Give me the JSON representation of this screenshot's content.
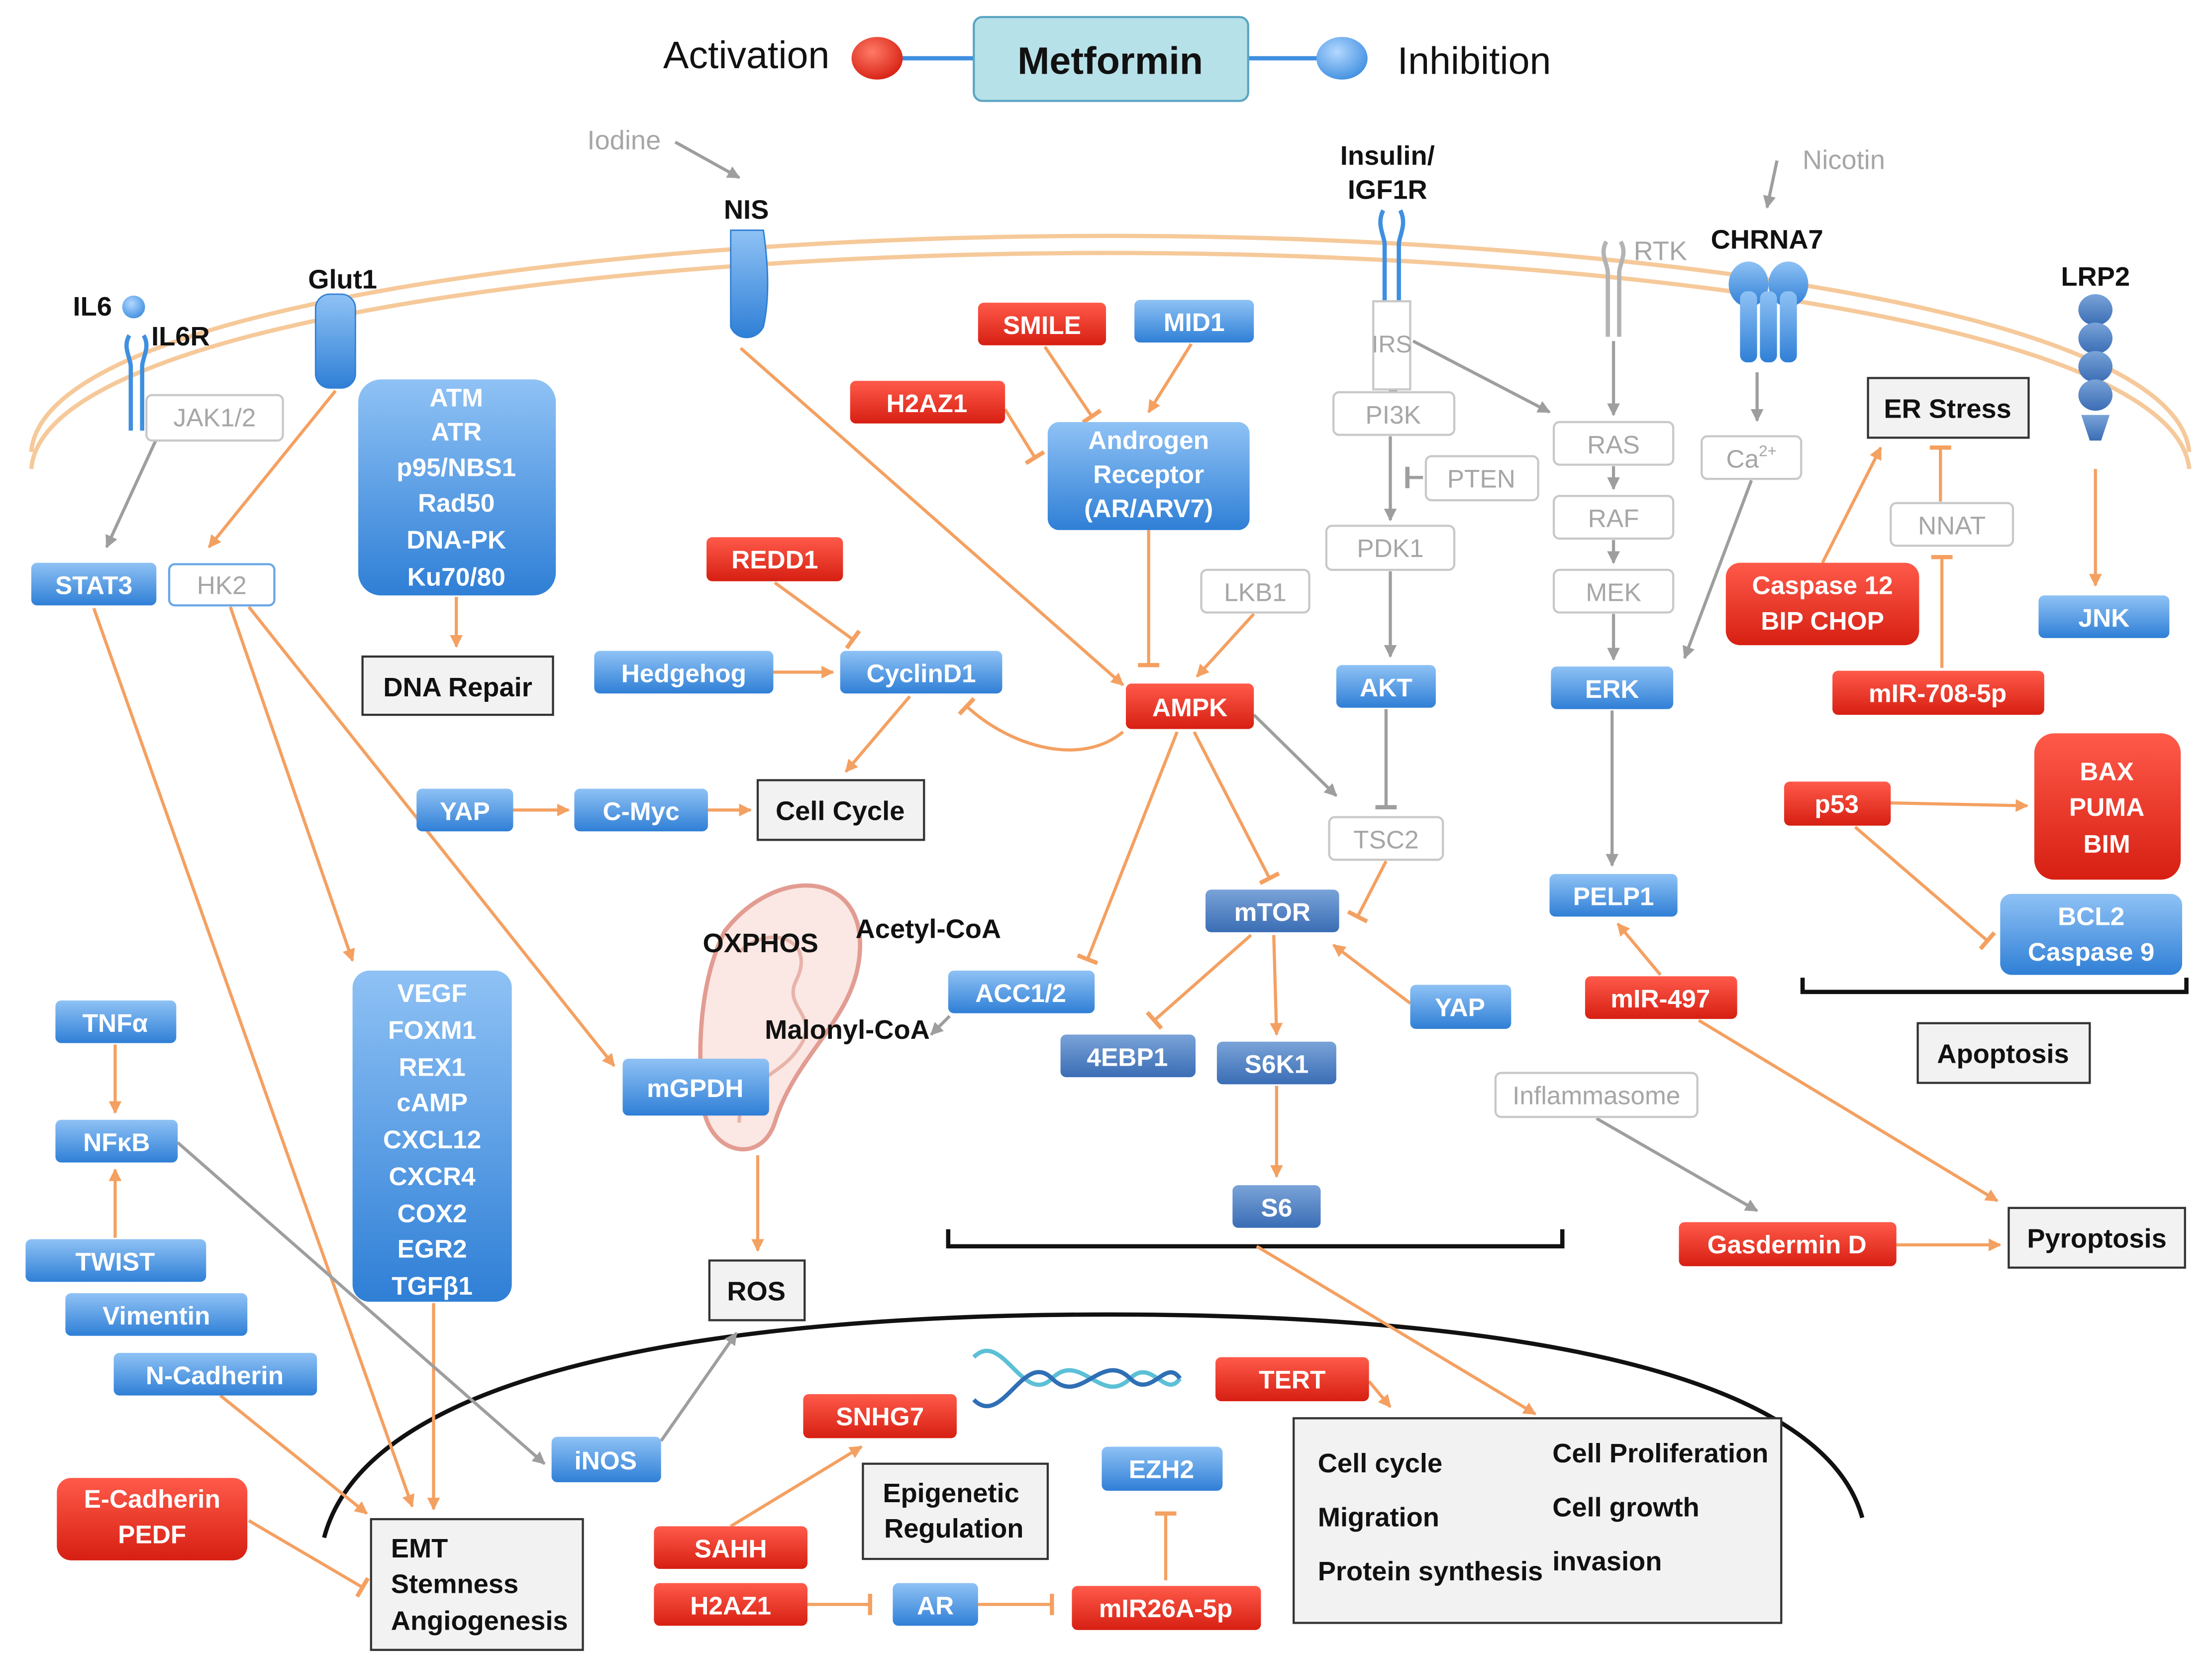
{
  "legend": {
    "activation": "Activation",
    "drug": "Metformin",
    "inhibition": "Inhibition"
  },
  "colors": {
    "red_node": "#e8291c",
    "blue_node": "#3f8fe0",
    "grey_text": "#a6a6a6",
    "orange_edge": "#f4a061",
    "grey_edge": "#9e9e9e",
    "drug_box": "#b7e1e8",
    "membrane": "#f6c99a"
  },
  "nodes": {
    "iodine": "Iodine",
    "nis": "NIS",
    "insulin": "Insulin/",
    "igf1r": "IGF1R",
    "nicotin": "Nicotin",
    "rtk": "RTK",
    "chrna7": "CHRNA7",
    "lrp2": "LRP2",
    "il6": "IL6",
    "il6r": "IL6R",
    "glut1": "Glut1",
    "jak": "JAK1/2",
    "stat3": "STAT3",
    "hk2": "HK2",
    "dna_repair_list": [
      "ATM",
      "ATR",
      "p95/NBS1",
      "Rad50",
      "DNA-PK",
      "Ku70/80"
    ],
    "dna_repair": "DNA Repair",
    "smile": "SMILE",
    "mid1": "MID1",
    "h2az1_top": "H2AZ1",
    "ar_lines": [
      "Androgen",
      "Receptor",
      "(AR/ARV7)"
    ],
    "redd1": "REDD1",
    "lkb1": "LKB1",
    "hedgehog": "Hedgehog",
    "cyclind1": "CyclinD1",
    "ampk": "AMPK",
    "yap_left": "YAP",
    "cmyc": "C-Myc",
    "cell_cycle": "Cell Cycle",
    "irs": "IRS",
    "pi3k": "PI3K",
    "pten": "PTEN",
    "pdk1": "PDK1",
    "akt": "AKT",
    "tsc2": "TSC2",
    "ras": "RAS",
    "raf": "RAF",
    "mek": "MEK",
    "erk": "ERK",
    "pelp1": "PELP1",
    "ca": "Ca",
    "ca_sup": "2+",
    "er_stress": "ER Stress",
    "nnat": "NNAT",
    "caspase12_lines": [
      "Caspase 12",
      "BIP CHOP"
    ],
    "mir708": "mIR-708-5p",
    "jnk": "JNK",
    "p53": "p53",
    "bax_lines": [
      "BAX",
      "PUMA",
      "BIM"
    ],
    "bcl2_lines": [
      "BCL2",
      "Caspase 9"
    ],
    "apoptosis": "Apoptosis",
    "oxphos": "OXPHOS",
    "acetylcoa": "Acetyl-CoA",
    "malonylcoa": "Malonyl-CoA",
    "acc": "ACC1/2",
    "mgpdh": "mGPDH",
    "ros": "ROS",
    "mtor": "mTOR",
    "ebp1": "4EBP1",
    "s6k1": "S6K1",
    "yap_right": "YAP",
    "s6": "S6",
    "mir497": "mIR-497",
    "inflammasome": "Inflammasome",
    "gasdermin": "Gasdermin D",
    "pyroptosis": "Pyroptosis",
    "tnfa": "TNFα",
    "nfkb": "NFκB",
    "twist": "TWIST",
    "vimentin": "Vimentin",
    "ncadherin": "N-Cadherin",
    "ecad_lines": [
      "E-Cadherin",
      "PEDF"
    ],
    "vegf_list": [
      "VEGF",
      "FOXM1",
      "REX1",
      "cAMP",
      "CXCL12",
      "CXCR4",
      "COX2",
      "EGR2",
      "TGFβ1"
    ],
    "inos": "iNOS",
    "snhg7": "SNHG7",
    "tert": "TERT",
    "ezh2": "EZH2",
    "sahh": "SAHH",
    "h2az1_bottom": "H2AZ1",
    "ar_bottom": "AR",
    "mir26": "mIR26A-5p",
    "epigenetic_lines": [
      "Epigenetic",
      "Regulation"
    ],
    "emt_lines": [
      "EMT",
      "Stemness",
      "Angiogenesis"
    ],
    "outcomes": [
      "Cell cycle",
      "Migration",
      "Protein synthesis",
      "Cell Proliferation",
      "Cell growth",
      "invasion"
    ]
  }
}
